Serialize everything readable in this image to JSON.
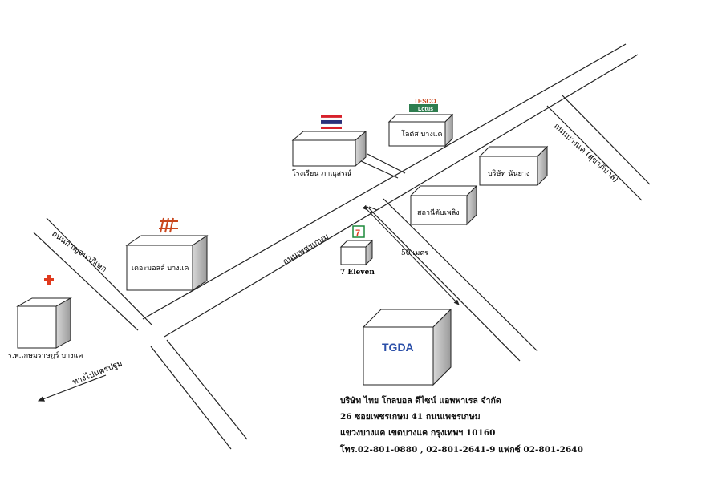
{
  "roads": {
    "main": "ถนนเพชรเกษม",
    "left_diag": "ถนนกาญจนาภิเษก",
    "right_diag": "ถนนบางแค (สุขาภิบาล)",
    "to_nakhon_pathom": "ทางไปนครปฐม",
    "distance": "50 เมตร"
  },
  "buildings": {
    "hospital": "ร.พ.เกษมราษฎร์ บางแค",
    "mall": "เดอะมอลล์ บางแค",
    "school": "โรงเรียน ภาณุสรณ์",
    "lotus": "โลตัส บางแค",
    "seven": "7 Eleven",
    "fire_station": "สถานีดับเพลิง",
    "nanyang": "บริษัท นันยาง",
    "tgda": "TGDA"
  },
  "logos": {
    "lotus_top": "TESCO",
    "lotus_bottom": "Lotus"
  },
  "address": {
    "company": "บริษัท ไทย โกลบอล ดีไซน์ แอพพาเรล จำกัด",
    "line1": "26 ซอยเพชรเกษม 41 ถนนเพชรเกษม",
    "line2": "แขวงบางแค เขตบางแค กรุงเทพฯ 10160",
    "phone": "โทร.02-801-0880 , 02-801-2641-9 แฟกซ์ 02-801-2640"
  },
  "colors": {
    "line": "#222222",
    "hospital_cross": "#e03a1e",
    "mall_logo": "#c9461c",
    "lotus_green": "#2e7d4f",
    "tgda_blue": "#2b4fa8",
    "flag_red": "#d8202a",
    "flag_blue": "#2a2f7a",
    "seven_green": "#1d8a3c",
    "seven_red": "#e03a1e"
  }
}
